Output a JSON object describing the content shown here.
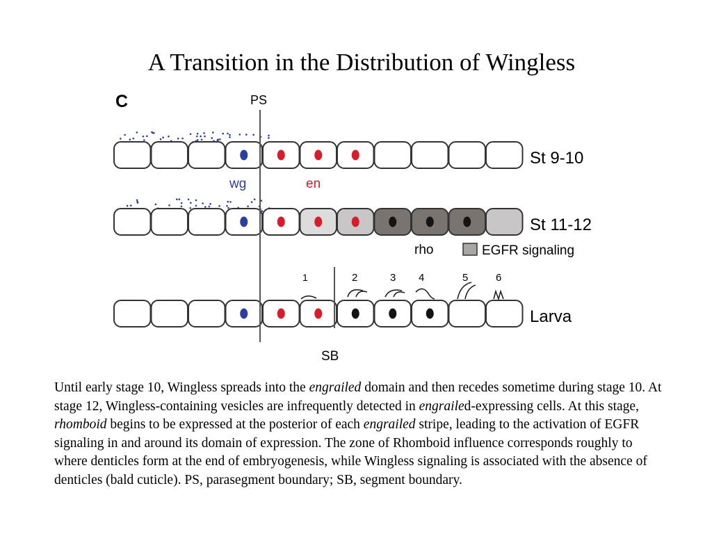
{
  "slide": {
    "title": "A Transition in the Distribution of  Wingless"
  },
  "figure": {
    "panel_label": "C",
    "ps_label": "PS",
    "sb_label": "SB",
    "rows": [
      {
        "label": "St 9-10"
      },
      {
        "label": "St 11-12"
      },
      {
        "label": "Larva"
      }
    ],
    "wg_label": "wg",
    "en_label": "en",
    "rho_label": "rho",
    "legend_label": "EGFR signaling",
    "denticle_numbers": [
      "1",
      "2",
      "3",
      "4",
      "5",
      "6"
    ],
    "colors": {
      "wg": "#2b3fa0",
      "en": "#d81c2a",
      "rho_cell": "#7a7470",
      "egfr_light": "#c8c6c6",
      "egfr_lightest": "#dcdcdc",
      "nucleus_dark": "#141414"
    }
  },
  "caption": {
    "p1": "Until early stage 10, Wingless spreads into the ",
    "i1": "engrailed",
    "p2": " domain and then recedes sometime during stage 10. At stage 12, Wingless-containing vesicles are infrequently detected in ",
    "i2": "engraile",
    "p3": "d-expressing cells. At this stage, ",
    "i3": "rhomboid",
    "p4": " begins to be expressed at the posterior of each ",
    "i4": "engrailed",
    "p5": " stripe, leading to the activation of EGFR signaling in and around its domain of expression. The zone of Rhomboid influence corresponds roughly to where denticles form at the end of embryogenesis, while Wingless signaling is associated with the absence of denticles (bald cuticle). PS, parasegment boundary; SB, segment boundary."
  }
}
